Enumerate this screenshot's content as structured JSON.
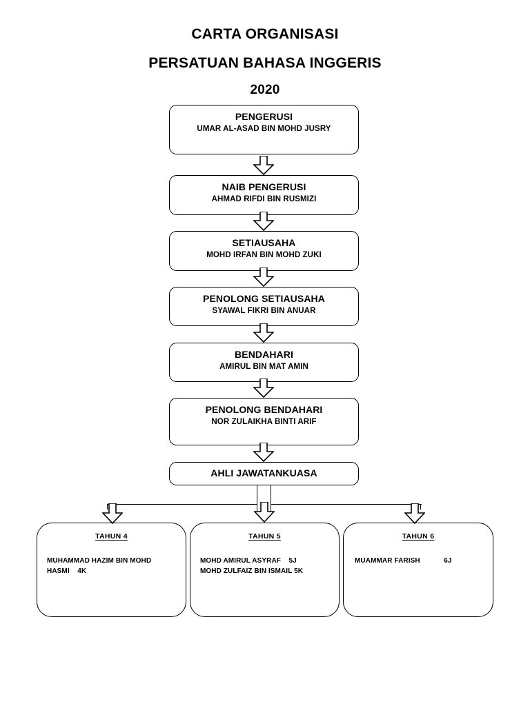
{
  "title": {
    "line1": "CARTA ORGANISASI",
    "line2": "PERSATUAN BAHASA INGGERIS",
    "line3": "2020"
  },
  "colors": {
    "background": "#ffffff",
    "line": "#000000",
    "text": "#000000"
  },
  "hierarchy": [
    {
      "role": "PENGERUSI",
      "person": "UMAR AL-ASAD BIN MOHD JUSRY"
    },
    {
      "role": "NAIB PENGERUSI",
      "person": "AHMAD RIFDI BIN RUSMIZI"
    },
    {
      "role": "SETIAUSAHA",
      "person": "MOHD IRFAN BIN MOHD ZUKI"
    },
    {
      "role": "PENOLONG SETIAUSAHA",
      "person": "SYAWAL FIKRI BIN ANUAR"
    },
    {
      "role": "BENDAHARI",
      "person": "AMIRUL BIN MAT AMIN"
    },
    {
      "role": "PENOLONG BENDAHARI",
      "person": "NOR ZULAIKHA BINTI ARIF"
    },
    {
      "role": "AHLI JAWATANKUASA",
      "person": ""
    }
  ],
  "year_groups": [
    {
      "heading": "TAHUN 4",
      "members": "MUHAMMAD HAZIM BIN MOHD\nHASMI    4K"
    },
    {
      "heading": "TAHUN 5",
      "members": "MOHD AMIRUL ASYRAF    5J\nMOHD ZULFAIZ BIN ISMAIL 5K"
    },
    {
      "heading": "TAHUN 6",
      "members": "MUAMMAR FARISH            6J"
    }
  ]
}
